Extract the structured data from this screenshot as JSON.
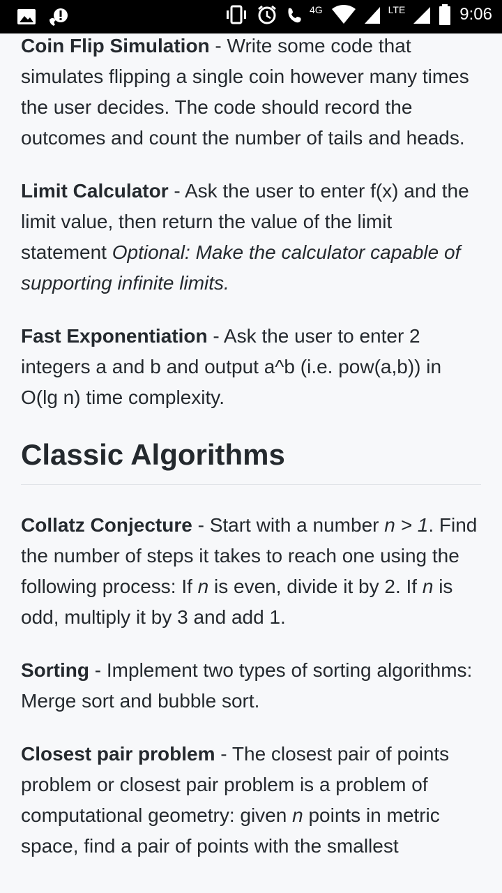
{
  "status_bar": {
    "network_label": "4G",
    "lte_label": "LTE",
    "time": "9:06"
  },
  "sections": [
    {
      "title": "Coin Flip Simulation",
      "separator": " - ",
      "text": "Write some code that simulates flipping a single coin however many times the user decides. The code should record the outcomes and count the number of tails and heads."
    },
    {
      "title": "Limit Calculator",
      "separator": " - ",
      "text": "Ask the user to enter f(x) and the limit value, then return the value of the limit statement ",
      "italic": "Optional: Make the calculator capable of supporting infinite limits."
    },
    {
      "title": "Fast Exponentiation",
      "separator": " - ",
      "text": "Ask the user to enter 2 integers a and b and output a^b (i.e. pow(a,b)) in O(lg n) time complexity."
    }
  ],
  "heading": "Classic Algorithms",
  "algorithms": [
    {
      "title": "Collatz Conjecture",
      "separator": " - ",
      "t1": "Start with a number ",
      "n1": "n",
      "t2": " ",
      "cond": "> 1",
      "t3": ". Find the number of steps it takes to reach one using the following process: If ",
      "n2": "n",
      "t4": " is even, divide it by 2. If ",
      "n3": "n",
      "t5": " is odd, multiply it by 3 and add 1."
    },
    {
      "title": "Sorting",
      "separator": " - ",
      "text": "Implement two types of sorting algorithms: Merge sort and bubble sort."
    },
    {
      "title": "Closest pair problem",
      "separator": " - ",
      "t1": "The closest pair of points problem or closest pair problem is a problem of computational geometry: given ",
      "n": "n",
      "t2": " points in metric space, find a pair of points with the smallest"
    }
  ]
}
